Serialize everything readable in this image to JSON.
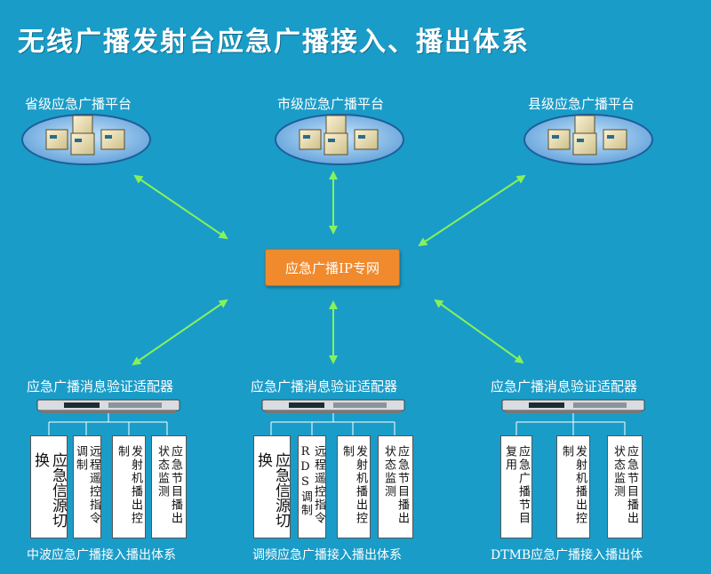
{
  "title": "无线广播发射台应急广播接入、播出体系",
  "platforms": [
    {
      "label": "省级应急广播平台"
    },
    {
      "label": "市级应急广播平台"
    },
    {
      "label": "县级应急广播平台"
    }
  ],
  "hub": {
    "label": "应急广播IP专网"
  },
  "columns": [
    {
      "adapter_label": "应急广播消息验证适配器",
      "system_label": "中波应急广播接入播出体系",
      "boxes": [
        {
          "label": "应急信源切换"
        },
        {
          "label": "远程遥控指令调制"
        },
        {
          "label": "发射机播出控制"
        },
        {
          "label": "应急节目播出状态监测"
        }
      ]
    },
    {
      "adapter_label": "应急广播消息验证适配器",
      "system_label": "调频应急广播接入播出体系",
      "boxes": [
        {
          "label": "应急信源切换"
        },
        {
          "label": "远程遥控指令RDS调制"
        },
        {
          "label": "发射机播出控制"
        },
        {
          "label": "应急节目播出状态监测"
        }
      ]
    },
    {
      "adapter_label": "应急广播消息验证适配器",
      "system_label": "DTMB应急广播接入播出体",
      "boxes": [
        {
          "label": "应急广播节目复用"
        },
        {
          "label": "发射机播出控制"
        },
        {
          "label": "应急节目播出状态监测"
        }
      ]
    }
  ],
  "colors": {
    "background": "#1a9cc8",
    "hub": "#f08a2c",
    "arrow": "#86f25a",
    "ellipse": "#7fb8e8"
  }
}
